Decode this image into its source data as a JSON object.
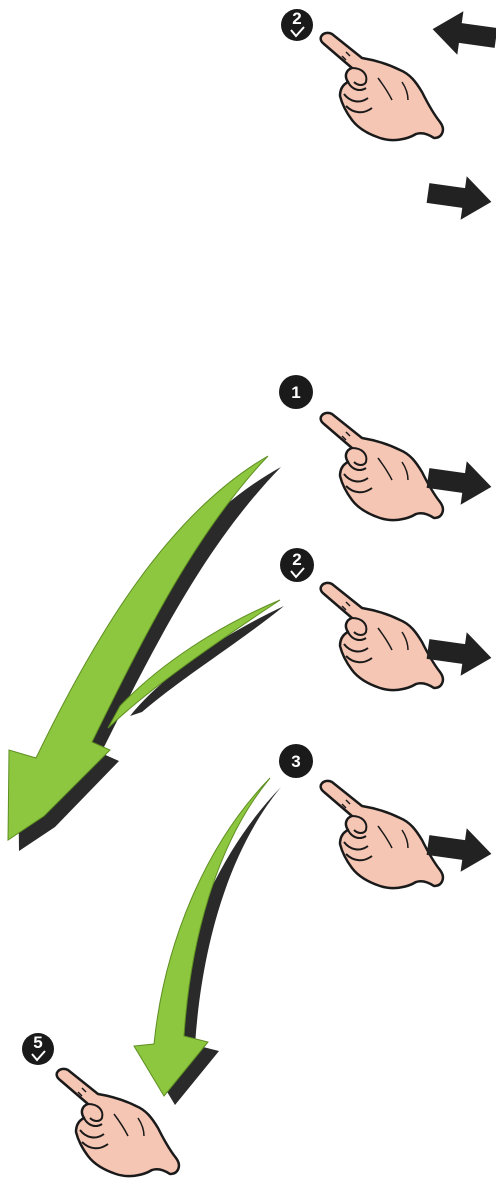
{
  "steps": [
    {
      "id": "step-2-top",
      "number": "2",
      "variant": "with-check"
    },
    {
      "id": "step-1",
      "number": "1",
      "variant": "plain"
    },
    {
      "id": "step-2",
      "number": "2",
      "variant": "with-check"
    },
    {
      "id": "step-3",
      "number": "3",
      "variant": "plain"
    },
    {
      "id": "step-5",
      "number": "5",
      "variant": "with-check"
    }
  ],
  "colors": {
    "badge": "#1a1a1a",
    "badge_text": "#ffffff",
    "hand_fill": "#f6c6b4",
    "hand_outline": "#1a1a1a",
    "arrow_dark": "#222222",
    "arrow_green": "#8dc63f",
    "arrow_green_shadow": "#2a2a2a"
  },
  "icons": {
    "pointer": "pointing-hand-icon",
    "push": "push-arrow-icon",
    "pull": "pull-arrow-icon",
    "flow": "curved-flow-arrow-icon"
  }
}
